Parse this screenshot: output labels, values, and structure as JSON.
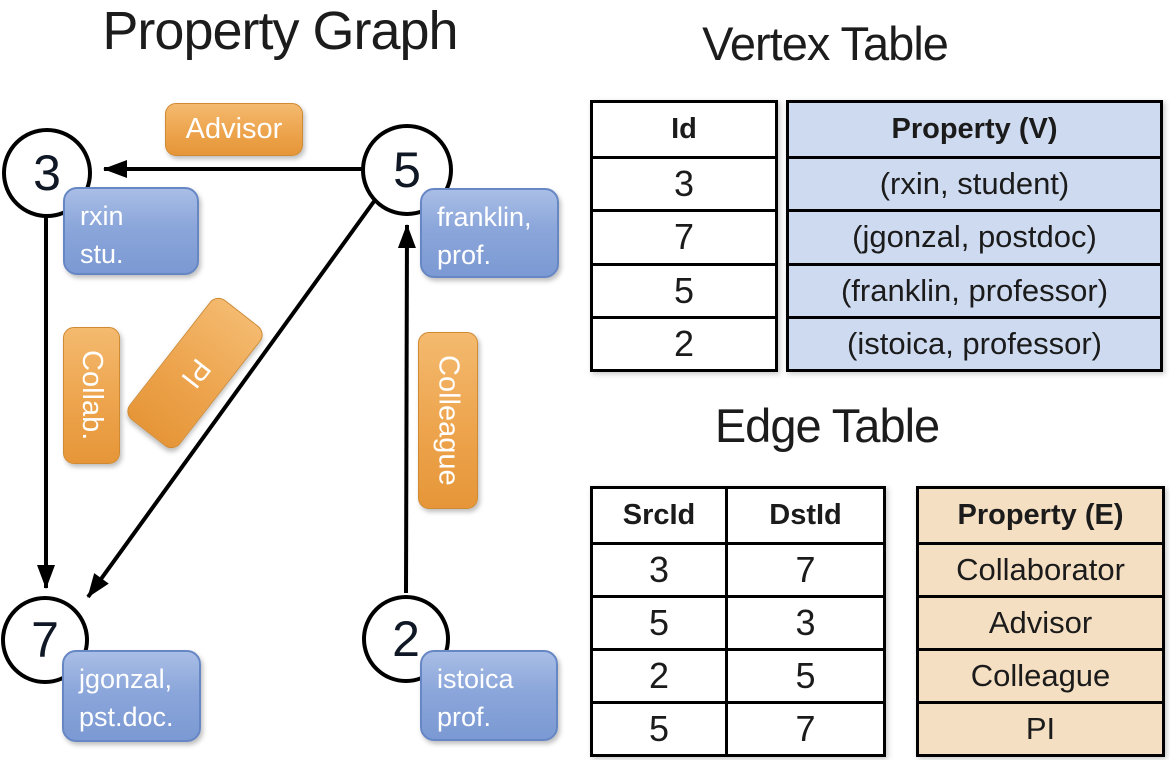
{
  "slide": {
    "graph_title": "Property Graph",
    "vertex_table_title": "Vertex Table",
    "edge_table_title": "Edge Table"
  },
  "graph": {
    "vertices": [
      {
        "id": "3",
        "label_lines": [
          "rxin",
          "stu."
        ]
      },
      {
        "id": "5",
        "label_lines": [
          "franklin,",
          "prof."
        ]
      },
      {
        "id": "7",
        "label_lines": [
          "jgonzal,",
          "pst.doc."
        ]
      },
      {
        "id": "2",
        "label_lines": [
          "istoica",
          "prof."
        ]
      }
    ],
    "edge_labels": {
      "advisor": "Advisor",
      "collab": "Collab.",
      "pi": "PI",
      "colleague": "Colleague"
    },
    "edges": [
      {
        "src": "5",
        "dst": "3",
        "label": "Advisor"
      },
      {
        "src": "3",
        "dst": "7",
        "label": "Collab."
      },
      {
        "src": "5",
        "dst": "7",
        "label": "PI"
      },
      {
        "src": "2",
        "dst": "5",
        "label": "Colleague"
      }
    ]
  },
  "vertex_table": {
    "columns": [
      "Id",
      "Property (V)"
    ],
    "rows": [
      [
        "3",
        "(rxin, student)"
      ],
      [
        "7",
        "(jgonzal, postdoc)"
      ],
      [
        "5",
        "(franklin, professor)"
      ],
      [
        "2",
        "(istoica, professor)"
      ]
    ]
  },
  "edge_table": {
    "columns": [
      "SrcId",
      "DstId",
      "Property (E)"
    ],
    "rows": [
      [
        "3",
        "7",
        "Collaborator"
      ],
      [
        "5",
        "3",
        "Advisor"
      ],
      [
        "2",
        "5",
        "Colleague"
      ],
      [
        "5",
        "7",
        "PI"
      ]
    ]
  },
  "colors": {
    "edge_label_fill": "#EDA44D",
    "vertex_label_fill": "#8FA9DC",
    "vertex_property_fill": "#CEDAEF",
    "edge_property_fill": "#F5DFC2",
    "line": "#000000",
    "label_text": "#FFFFFF"
  }
}
